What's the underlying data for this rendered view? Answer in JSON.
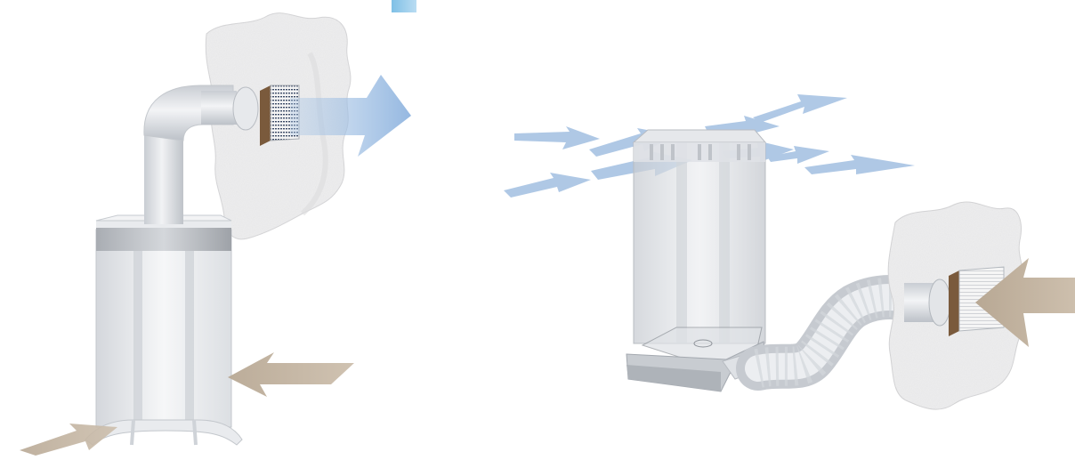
{
  "title_band": {
    "text": "",
    "accent": "#8cc8ea"
  },
  "colors": {
    "supply_arrow": "#a9c6e6",
    "intake_arrow": "#b8a894",
    "wall": "#ececec",
    "duct": "#dadde2",
    "unit_body": "#e8eaee"
  },
  "illustrations": [
    {
      "name": "wall-mounted-supply-unit",
      "airflow": "outward"
    },
    {
      "name": "floor-air-purifier-with-intake",
      "airflow": "inward"
    }
  ]
}
